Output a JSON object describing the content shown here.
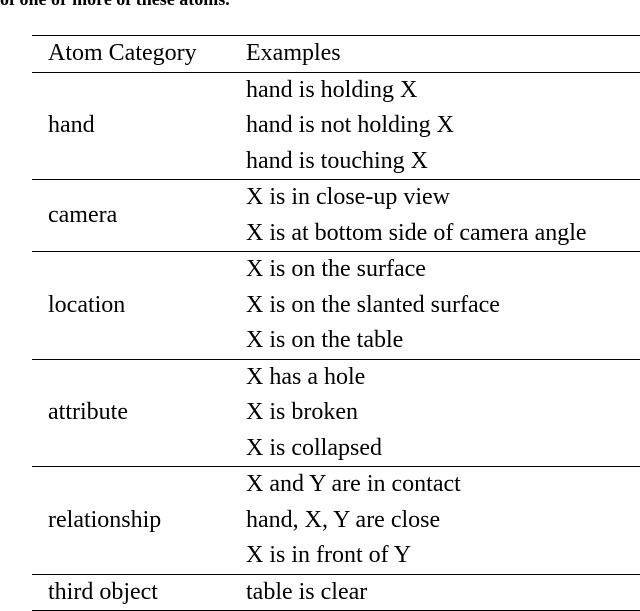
{
  "caption_fragment": "of one or more of these atoms.",
  "table": {
    "headers": {
      "category": "Atom Category",
      "examples": "Examples"
    },
    "groups": [
      {
        "category": "hand",
        "examples": [
          "hand is holding X",
          "hand is not holding X",
          "hand is touching X"
        ]
      },
      {
        "category": "camera",
        "examples": [
          "X is in close-up view",
          "X is at bottom side of camera angle"
        ]
      },
      {
        "category": "location",
        "examples": [
          "X is on the surface",
          "X is on the slanted surface",
          "X is on the table"
        ]
      },
      {
        "category": "attribute",
        "examples": [
          "X has a hole",
          "X is broken",
          "X is collapsed"
        ]
      },
      {
        "category": "relationship",
        "examples": [
          "X and Y are in contact",
          "hand, X, Y are close",
          "X is in front of Y"
        ]
      },
      {
        "category": "third object",
        "examples": [
          "table is clear"
        ]
      }
    ]
  }
}
